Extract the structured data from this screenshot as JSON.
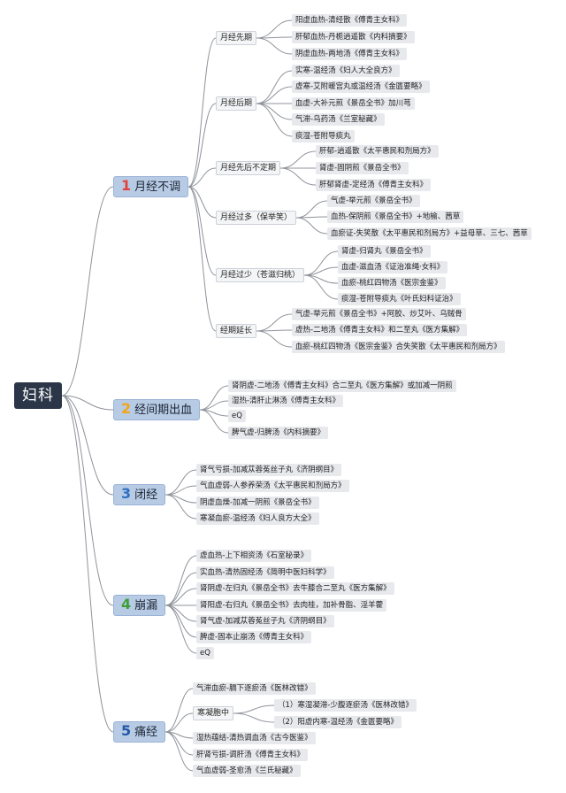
{
  "root": {
    "label": "妇科"
  },
  "branches": [
    {
      "number": "1",
      "label": "月经不调",
      "number_color": "#e2423a",
      "children": [
        {
          "label": "月经先期",
          "children": [
            "阳虚血热-清经散《傅青主女科》",
            "肝郁血热-丹栀逍遥散《内科摘要》",
            "阴虚血热-两地汤《傅青主女科》"
          ]
        },
        {
          "label": "月经后期",
          "children": [
            "实寒-温经汤《妇人大全良方》",
            "虚寒-艾附暖宫丸或温经汤《金匮要略》",
            "血虚-大补元煎《景岳全书》加川芎",
            "气滞-乌药汤《兰室秘藏》",
            "痰湿-苍附导痰丸"
          ]
        },
        {
          "label": "月经先后不定期",
          "children": [
            "肝郁-逍遥散《太平惠民和剂局方》",
            "肾虚-固阴煎《景岳全书》",
            "肝郁肾虚-定经汤《傅青主女科》"
          ]
        },
        {
          "label": "月经过多（保举笑）",
          "children": [
            "气虚-举元煎《景岳全书》",
            "血热-保阴煎《景岳全书》+地榆、茜草",
            "血瘀证-失笑散《太平惠民和剂局方》+益母草、三七、茜草"
          ]
        },
        {
          "label": "月经过少（苍滋归桃）",
          "children": [
            "肾虚-归肾丸《景岳全书》",
            "血虚-滋血汤《证治准绳·女科》",
            "血瘀-桃红四物汤《医宗金鉴》",
            "痰湿-苍附导痰丸《叶氏妇科证治》"
          ]
        },
        {
          "label": "经期延长",
          "children": [
            "气虚-举元煎《景岳全书》+阿胶、炒艾叶、乌贼骨",
            "虚热-二地汤《傅青主女科》和二至丸《医方集解》",
            "血瘀-桃红四物汤《医宗金鉴》合失笑散《太平惠民和剂局方》"
          ]
        }
      ]
    },
    {
      "number": "2",
      "label": "经间期出血",
      "number_color": "#f2a516",
      "children": [
        "肾阴虚-二地汤《傅青主女科》合二至丸《医方集解》或加减一阴煎",
        "湿热-清肝止淋汤《傅青主女科》",
        "eQ",
        "脾气虚-归脾汤《内科摘要》"
      ]
    },
    {
      "number": "3",
      "label": "闭经",
      "number_color": "#2f6fc4",
      "children": [
        "肾气亏损-加减苁蓉菟丝子丸《济阴纲目》",
        "气血虚弱-人参养荣汤《太平惠民和剂局方》",
        "阴虚血燥-加减一阴煎《景岳全书》",
        "寒凝血瘀-温经汤《妇人良方大全》"
      ]
    },
    {
      "number": "4",
      "label": "崩漏",
      "number_color": "#3f9e3a",
      "children": [
        "虚血热-上下相资汤《石室秘录》",
        "实血热-清热固经汤《简明中医妇科学》",
        "肾阴虚-左归丸《景岳全书》去牛膝合二至丸《医方集解》",
        "肾阳虚-右归丸《景岳全书》去肉桂，加补骨脂、淫羊藿",
        "肾气虚-加减苁蓉菟丝子丸《济阴纲目》",
        "脾虚-固本止崩汤《傅青主女科》",
        "eQ"
      ]
    },
    {
      "number": "5",
      "label": "痛经",
      "number_color": "#2458a6",
      "children": [
        "气滞血瘀-膈下逐瘀汤《医林改错》",
        {
          "label": "寒凝胞中",
          "children": [
            "（1）寒湿凝滞-少腹逐瘀汤《医林改错》",
            "（2）阳虚内寒-温经汤《金匮要略》"
          ]
        },
        "湿热蕴结-清热调血汤《古今医鉴》",
        "肝肾亏损-调肝汤《傅青主女科》",
        "气血虚弱-圣愈汤《兰氏秘藏》"
      ]
    }
  ],
  "colors": {
    "background": "#ffffff",
    "root_fill": "#2b3648",
    "root_text": "#ffffff",
    "main_fill": "#b7cbe5",
    "main_border": "#9ab3d6",
    "main_text": "#1d2533",
    "subtopic_fill": "#f4f5f7",
    "subtopic_border": "#cdd1d8",
    "leaf_fill": "#e8e9ed",
    "leaf_text": "#222222",
    "connector": "#8f939b"
  }
}
